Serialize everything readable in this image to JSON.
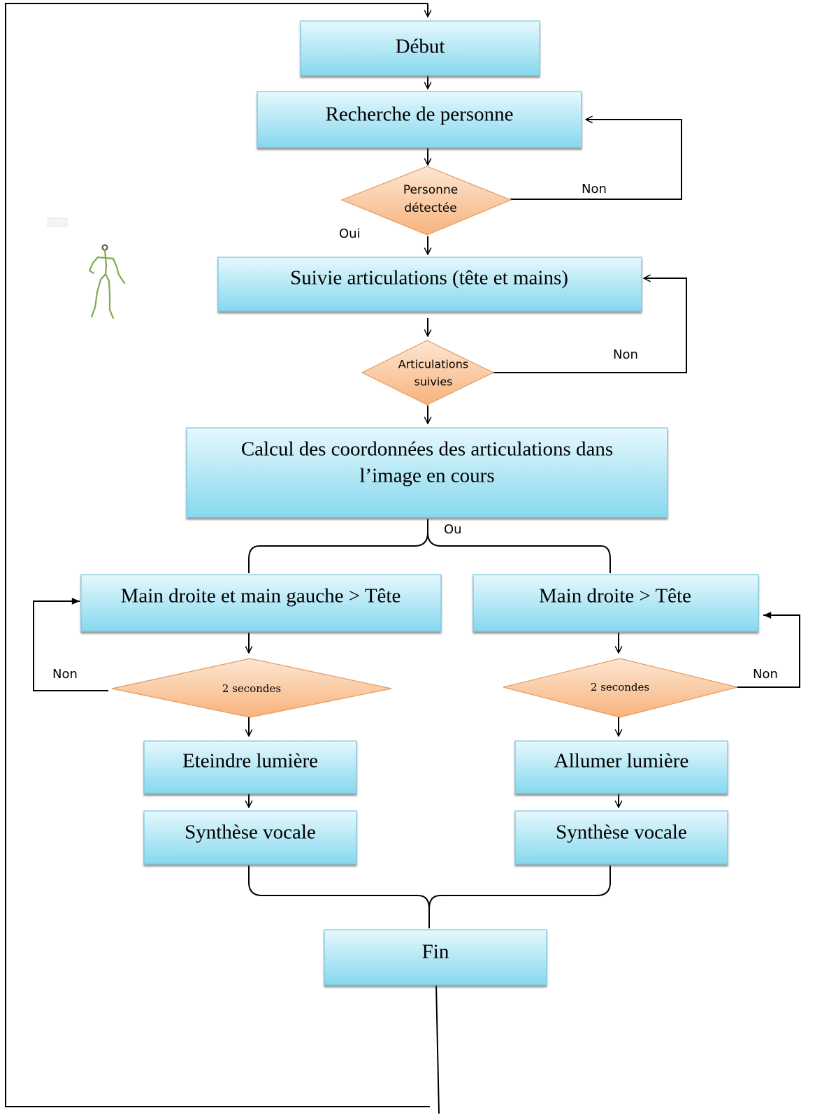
{
  "nodes": {
    "start": "Début",
    "search": "Recherche de personne",
    "person_detected": [
      "Personne",
      "détectée"
    ],
    "track": "Suivie articulations (tête et mains)",
    "joints_tracked": [
      "Articulations",
      "suivies"
    ],
    "compute": [
      "Calcul  des coordonnées des articulations dans",
      "l’image en cours"
    ],
    "cond_left": "Main droite  et main gauche > Tête",
    "cond_right": "Main droite > Tête",
    "timer_left": "2  secondes",
    "timer_right": "2  secondes",
    "light_off": "Eteindre lumière",
    "light_on": "Allumer lumière",
    "speech_left": "Synthèse vocale",
    "speech_right": "Synthèse vocale",
    "end": "Fin"
  },
  "labels": {
    "yes": "Oui",
    "no_1": "Non",
    "no_2": "Non",
    "no_left": "Non",
    "no_right": "Non",
    "or": "Ou"
  },
  "colors": {
    "box_fill_top": "#e6f8fd",
    "box_fill_bottom": "#86d8ee",
    "box_stroke": "#7cc3dd",
    "diamond_fill_top": "#fde6d2",
    "diamond_fill_bottom": "#f7b37d",
    "diamond_stroke": "#e49a5e",
    "skeleton": "#7cab4e"
  }
}
